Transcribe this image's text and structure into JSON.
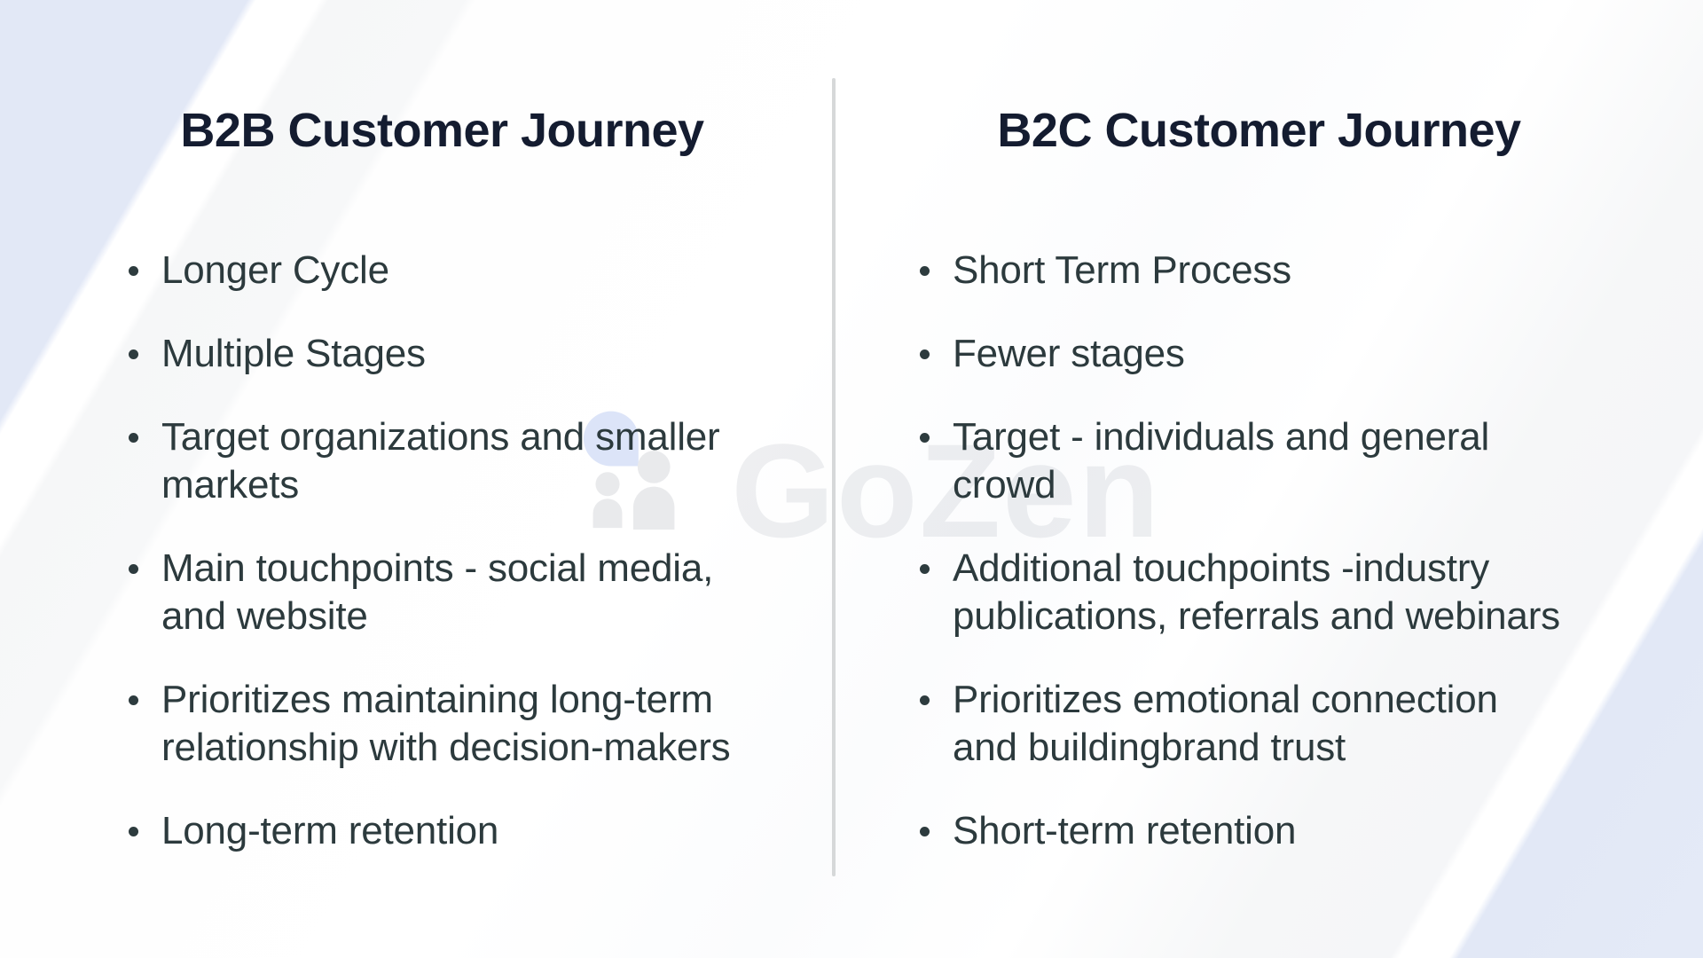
{
  "watermark": {
    "brand": "GoZen",
    "icon": "gozen-people-logo-icon"
  },
  "divider": {
    "orientation": "vertical"
  },
  "columns": [
    {
      "id": "b2b",
      "title": "B2B Customer Journey",
      "bullets": [
        "Longer Cycle",
        "Multiple Stages",
        "Target organizations and smaller\nmarkets",
        "Main touchpoints - social media,\nand website",
        "Prioritizes maintaining long-term\nrelationship with decision-makers",
        "Long-term retention"
      ]
    },
    {
      "id": "b2c",
      "title": "B2C Customer Journey",
      "bullets": [
        "Short Term Process",
        "Fewer stages",
        "Target - individuals and general\ncrowd",
        "Additional touchpoints -industry\npublications, referrals and webinars",
        "Prioritizes emotional connection\nand buildingbrand trust",
        "Short-term retention"
      ]
    }
  ],
  "colors": {
    "title_text": "#141C30",
    "body_text": "#2C3A3D",
    "divider": "#D6D8D9",
    "background_stripe_lavender": "#E2E8F6",
    "background_stripe_gray": "#F6F7F8",
    "watermark_text_gray": "#EDEFF1",
    "watermark_icon_blue": "#DCE4F8",
    "watermark_icon_gray": "#E9EAEC"
  }
}
